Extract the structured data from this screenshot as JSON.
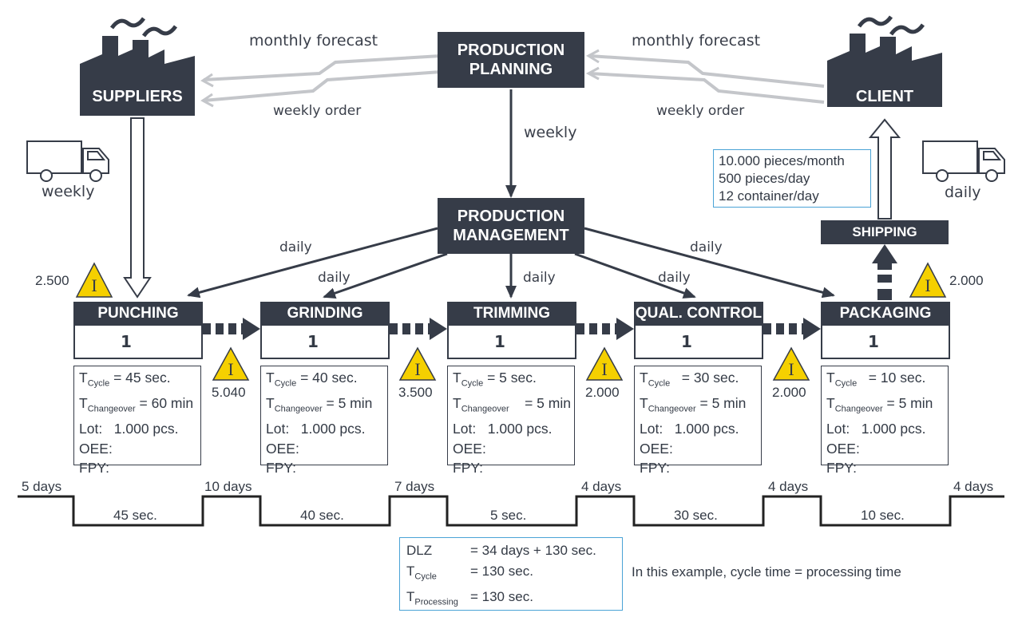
{
  "suppliers": {
    "label": "SUPPLIERS"
  },
  "client": {
    "label": "CLIENT"
  },
  "planning": {
    "line1": "PRODUCTION",
    "line2": "PLANNING"
  },
  "management": {
    "line1": "PRODUCTION",
    "line2": "MANAGEMENT"
  },
  "shipping": {
    "label": "SHIPPING"
  },
  "info_flows": {
    "left_forecast": "monthly forecast",
    "left_order": "weekly order",
    "right_forecast": "monthly forecast",
    "right_order": "weekly order",
    "planning_to_mgmt": "weekly",
    "supplier_truck": "weekly",
    "client_truck": "daily",
    "mgmt_daily_1": "daily",
    "mgmt_daily_2": "daily",
    "mgmt_daily_3": "daily",
    "mgmt_daily_4": "daily",
    "mgmt_daily_5": "daily"
  },
  "demand_box": {
    "line1": "10.000 pieces/month",
    "line2": "500 pieces/day",
    "line3": "12 container/day"
  },
  "inventory": {
    "supplier_side": "2.500",
    "between_1_2": "5.040",
    "between_2_3": "3.500",
    "between_3_4": "2.000",
    "between_4_5": "2.000",
    "shipping_side": "2.000",
    "symbol": "I"
  },
  "processes": [
    {
      "name": "PUNCHING",
      "operators": "1",
      "tcycle_label": "T",
      "tcycle_sub": "Cycle",
      "tcycle_val": " = 45 sec.",
      "tco_label": "T",
      "tco_sub": "Changeover",
      "tco_val": " = 60 min",
      "lot": "Lot:   1.000 pcs.",
      "oee": "OEE:",
      "fpy": "FPY:"
    },
    {
      "name": "GRINDING",
      "operators": "1",
      "tcycle_label": "T",
      "tcycle_sub": "Cycle",
      "tcycle_val": " = 40 sec.",
      "tco_label": "T",
      "tco_sub": "Changeover",
      "tco_val": " = 5 min",
      "lot": "Lot:   1.000 pcs.",
      "oee": "OEE:",
      "fpy": "FPY:"
    },
    {
      "name": "TRIMMING",
      "operators": "1",
      "tcycle_label": "T",
      "tcycle_sub": "Cycle",
      "tcycle_val": " = 5 sec.",
      "tco_label": "T",
      "tco_sub": "Changeover",
      "tco_val": "    = 5 min",
      "lot": "Lot:   1.000 pcs.",
      "oee": "OEE:",
      "fpy": "FPY:"
    },
    {
      "name": "QUAL. CONTROL",
      "operators": "1",
      "tcycle_label": "T",
      "tcycle_sub": "Cycle",
      "tcycle_val": "   = 30 sec.",
      "tco_label": "T",
      "tco_sub": "Changeover",
      "tco_val": " = 5 min",
      "lot": "Lot:   1.000 pcs.",
      "oee": "OEE:",
      "fpy": "FPY:"
    },
    {
      "name": "PACKAGING",
      "operators": "1",
      "tcycle_label": "T",
      "tcycle_sub": "Cycle",
      "tcycle_val": "   = 10 sec.",
      "tco_label": "T",
      "tco_sub": "Changeover",
      "tco_val": " = 5 min",
      "lot": "Lot:   1.000 pcs.",
      "oee": "OEE:",
      "fpy": "FPY:"
    }
  ],
  "timeline": {
    "waits": [
      "5 days",
      "10 days",
      "7 days",
      "4 days",
      "4 days",
      "4 days"
    ],
    "processing": [
      "45 sec.",
      "40 sec.",
      "5 sec.",
      "30 sec.",
      "10 sec."
    ]
  },
  "summary": {
    "dlz_label": "DLZ",
    "dlz_val": "= 34 days + 130 sec.",
    "tcycle_label": "T",
    "tcycle_sub": "Cycle",
    "tcycle_val": "= 130 sec.",
    "tproc_label": "T",
    "tproc_sub": "Processing",
    "tproc_val": "= 130 sec.",
    "note": "In this example, cycle time = processing time"
  },
  "colors": {
    "dark": "#363c48",
    "light_arrow": "#c4c6ca",
    "inventory_fill": "#f5d000",
    "info_border": "#4aa3d6"
  }
}
